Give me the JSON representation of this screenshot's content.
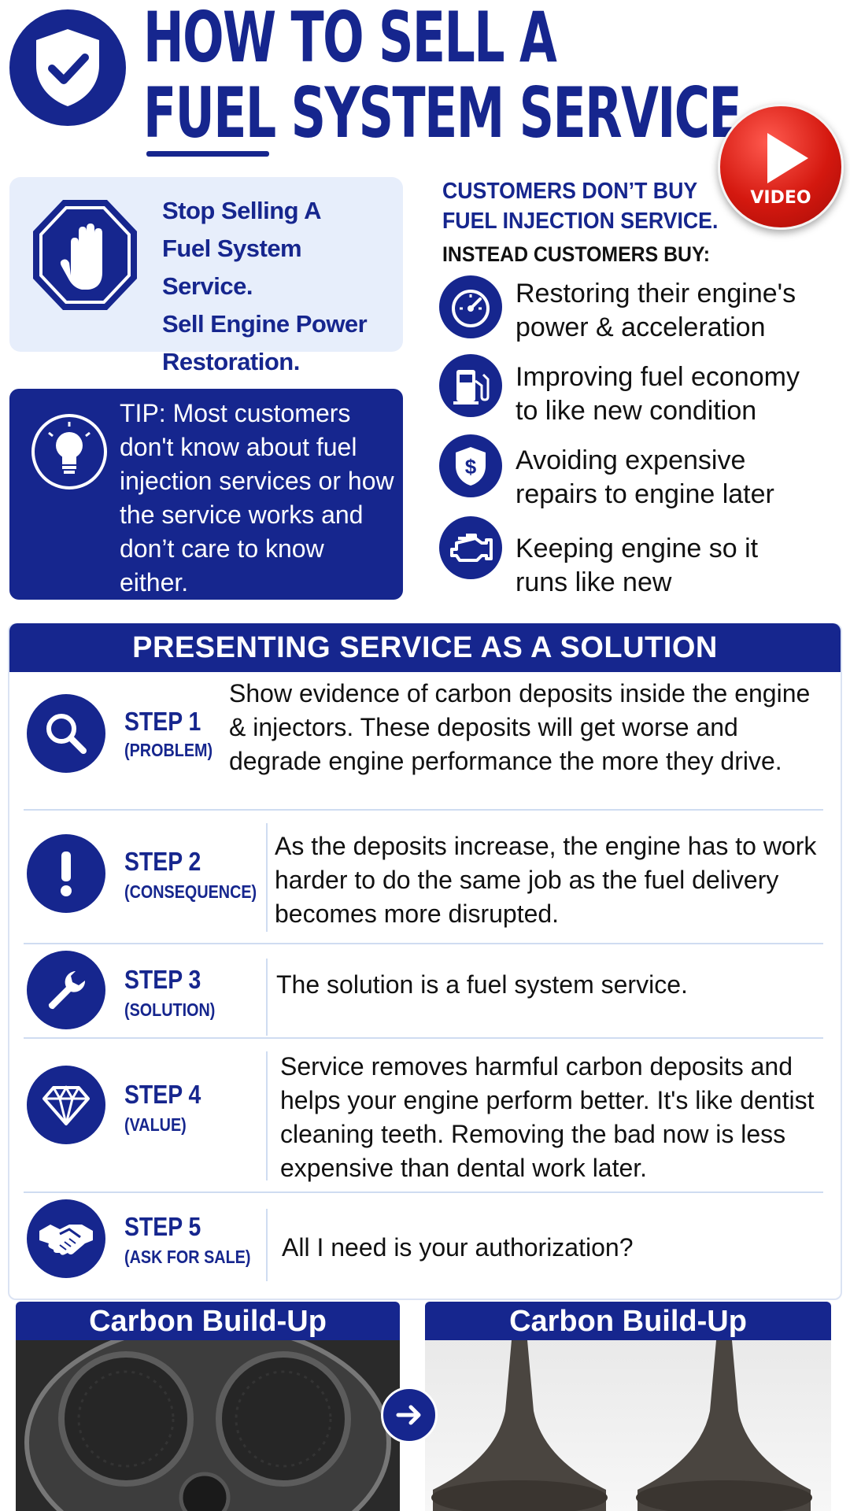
{
  "header": {
    "title_line1": "HOW TO SELL A",
    "title_line2": "FUEL SYSTEM SERVICE",
    "video_label": "VIDEO"
  },
  "stop_box": {
    "lines": [
      "Stop Selling A",
      "Fuel System Service.",
      "Sell Engine Power",
      "Restoration."
    ]
  },
  "tip": {
    "text": "TIP: Most customers don't know about fuel injection services or how the service works and don’t care to know either."
  },
  "customers": {
    "heading_line1": "CUSTOMERS DON’T BUY",
    "heading_line2": "FUEL INJECTION SERVICE.",
    "subheading": "INSTEAD CUSTOMERS BUY:",
    "benefits": [
      {
        "icon": "speedometer-icon",
        "line1": "Restoring their engine's",
        "line2": "power & acceleration"
      },
      {
        "icon": "fuel-pump-icon",
        "line1": "Improving fuel economy",
        "line2": "to like new condition"
      },
      {
        "icon": "dollar-shield-icon",
        "line1": "Avoiding expensive",
        "line2": "repairs to engine later"
      },
      {
        "icon": "engine-icon",
        "line1": "Keeping engine so it",
        "line2": "runs like new"
      }
    ]
  },
  "presenting": {
    "header": "PRESENTING SERVICE AS A SOLUTION",
    "steps": [
      {
        "icon": "magnifier-icon",
        "label": "STEP 1",
        "sub": "(PROBLEM)",
        "text": "Show evidence of carbon deposits inside the engine & injectors. These deposits will get worse and degrade engine performance the more they drive."
      },
      {
        "icon": "exclamation-icon",
        "label": "STEP 2",
        "sub": "(CONSEQUENCE)",
        "text": "As the deposits increase, the engine has to work harder to do the same job as the fuel delivery becomes more disrupted."
      },
      {
        "icon": "wrench-icon",
        "label": "STEP 3",
        "sub": "(SOLUTION)",
        "text": "The solution is a fuel system service."
      },
      {
        "icon": "diamond-icon",
        "label": "STEP 4",
        "sub": "(VALUE)",
        "text": "Service removes harmful carbon deposits and helps your engine perform better. It's like dentist cleaning teeth. Removing the bad now is less expensive than dental work later."
      },
      {
        "icon": "handshake-icon",
        "label": "STEP 5",
        "sub": "(ASK FOR SALE)",
        "text": "All I need is your authorization?"
      }
    ]
  },
  "photos": {
    "left_title": "Carbon Build-Up",
    "right_title": "Carbon Build-Up"
  },
  "colors": {
    "brand_blue": "#16268e",
    "light_panel": "#e7eefb",
    "video_red": "#d4180f"
  }
}
